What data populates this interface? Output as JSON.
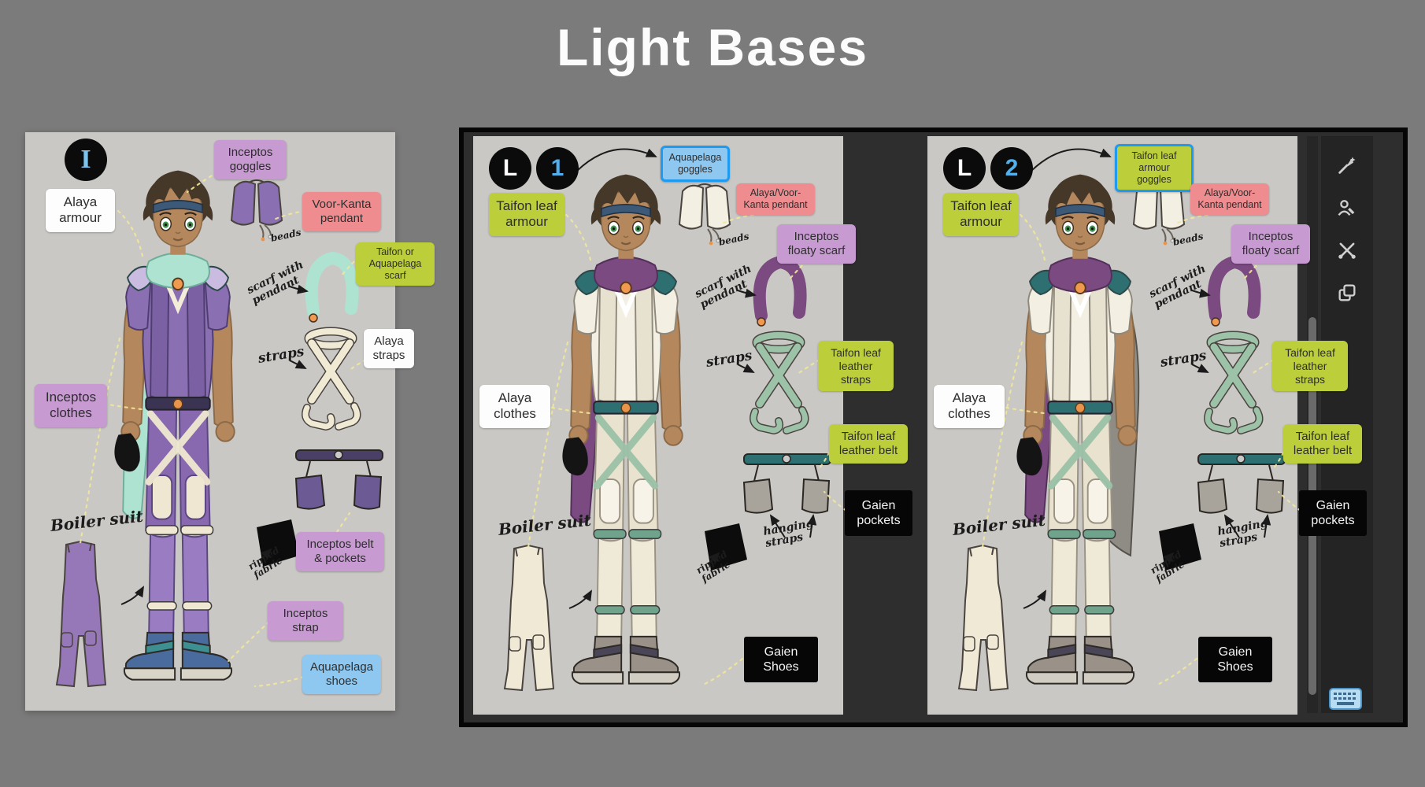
{
  "title": "Light Bases",
  "colors": {
    "page_background": "#7b7b7b",
    "canvas_background": "#cac8c5",
    "window_background": "#2e2e2e",
    "window_frame": "#060606",
    "label_purple": "#c79ad2",
    "label_pink": "#ef8c8f",
    "label_green": "#bccf3a",
    "label_blue": "#8ec7ef",
    "label_white": "#fdfdfd",
    "label_black": "#060606",
    "highlight_border_blue": "#1e9bf0",
    "badge_background": "#0b0b0b",
    "badge_number_color": "#51b0ec",
    "dotted_line_yellow": "#efe79a",
    "title_color": "#fcfcfc"
  },
  "toolbar": {
    "icons": [
      "brush-tool",
      "character-tool",
      "cut-tool",
      "layers-tool"
    ],
    "keyboard_icon": "keyboard-icon"
  },
  "panels": [
    {
      "id": "inceptos-base",
      "badges": [
        "I"
      ],
      "labels": {
        "goggles": "Inceptos goggles",
        "pendant": "Voor-Kanta pendant",
        "armour": "Alaya armour",
        "scarf": "Taifon or Aquapelaga scarf",
        "straps": "Alaya straps",
        "clothes": "Inceptos clothes",
        "belt": "Inceptos belt & pockets",
        "strap": "Inceptos strap",
        "shoes": "Aquapelaga shoes"
      },
      "annotations": {
        "boiler": "Boiler suit",
        "straps": "straps",
        "scarf": "scarf with pendant",
        "ripped": "ripped fabric",
        "beads": "beads"
      },
      "flags": {
        "top_arrow": false,
        "hanging_straps": false,
        "pockets_label": false,
        "left_variant": true
      },
      "palette": {
        "skin": "#b5875c",
        "hair": "#453828",
        "headband": "#3c5a78",
        "eyes": "#3f8f4f",
        "scarf": "#aee3d2",
        "scarfEdge": "#6fae9a",
        "pad": "#c9bce0",
        "shirt": "#8a70b2",
        "sleeve": "#8a70b2",
        "vest": "#7b61a4",
        "shirtEdge": "#4f3d70",
        "trim": "#f3ecd9",
        "belt": "#3a3452",
        "strap": "#f0e8d0",
        "pants": "#8868ae",
        "pantsLower": "#9a7cc2",
        "pantsEdge": "#5a4680",
        "knee": "#efe7d2",
        "band": "#efe7d2",
        "boot": "#4a6b9e",
        "bootAccent": "#3d8f92",
        "sole": "#d8d4c8",
        "dVest": "#8a70b2",
        "dScarf": "#aee3d2",
        "dStrap": "#f0ead4",
        "dBelt": "#4a3f66",
        "dPouch": "#6b5a94",
        "dBoiler": "#9678b8"
      }
    },
    {
      "id": "light-base-1",
      "badges": [
        "L",
        "1"
      ],
      "labels": {
        "goggles": "Aquapelaga goggles",
        "pendant": "Alaya/Voor-Kanta pendant",
        "armour": "Taifon leaf armour",
        "scarf": "Inceptos floaty scarf",
        "straps": "Taifon leaf leather straps",
        "clothes": "Alaya clothes",
        "belt": "Taifon leaf leather belt",
        "pockets": "Gaien pockets",
        "shoes": "Gaien Shoes"
      },
      "annotations": {
        "boiler": "Boiler suit",
        "straps": "straps",
        "scarf": "scarf with pendant",
        "ripped": "ripped fabric",
        "hanging": "hanging straps",
        "beads": "beads"
      },
      "flags": {
        "top_arrow": true,
        "hanging_straps": true,
        "pockets_label": true,
        "left_variant": false
      },
      "palette": {
        "skin": "#b5875c",
        "hair": "#453828",
        "headband": "#3c5a78",
        "eyes": "#3f8f4f",
        "scarf": "#7b4a80",
        "scarfEdge": "#53305a",
        "pad": "#2e6f72",
        "shirt": "#f3efe2",
        "sleeve": "#f3efe2",
        "vest": "#e7e1d0",
        "shirtEdge": "#8f897c",
        "trim": "#ffffff",
        "belt": "#2e6f72",
        "strap": "#9cc2a8",
        "pants": "#e9e2cf",
        "pantsLower": "#efe9d8",
        "pantsEdge": "#9a9384",
        "knee": "#f7f3e8",
        "band": "#6fa38c",
        "boot": "#9a9288",
        "bootAccent": "#4a4658",
        "sole": "#d2cdc2",
        "dVest": "#f3efe2",
        "dScarf": "#7b4a80",
        "dStrap": "#9cc2a8",
        "dBelt": "#2e6f72",
        "dPouch": "#a8a49c",
        "dBoiler": "#efe9d6"
      }
    },
    {
      "id": "light-base-2",
      "badges": [
        "L",
        "2"
      ],
      "labels": {
        "goggles": "Taifon leaf armour goggles",
        "pendant": "Alaya/Voor-Kanta pendant",
        "armour": "Taifon leaf armour",
        "scarf": "Inceptos floaty scarf",
        "straps": "Taifon leaf leather straps",
        "clothes": "Alaya clothes",
        "belt": "Taifon leaf leather belt",
        "pockets": "Gaien pockets",
        "shoes": "Gaien Shoes"
      },
      "annotations": {
        "boiler": "Boiler suit",
        "straps": "straps",
        "scarf": "scarf with pendant",
        "ripped": "ripped fabric",
        "hanging": "hanging straps",
        "beads": "beads"
      },
      "flags": {
        "top_arrow": true,
        "hanging_straps": true,
        "pockets_label": true,
        "left_variant": false
      },
      "palette": {
        "skin": "#b5875c",
        "hair": "#453828",
        "headband": "#3c5a78",
        "eyes": "#3f8f4f",
        "scarf": "#7b4a80",
        "scarfEdge": "#53305a",
        "pad": "#2e6f72",
        "shirt": "#f3efe2",
        "sleeve": "#f3efe2",
        "vest": "#e7e1d0",
        "shirtEdge": "#8f897c",
        "trim": "#ffffff",
        "belt": "#2e6f72",
        "strap": "#9cc2a8",
        "pants": "#e9e2cf",
        "pantsLower": "#efe9d8",
        "pantsEdge": "#9a9384",
        "knee": "#f7f3e8",
        "band": "#6fa38c",
        "boot": "#9a9288",
        "bootAccent": "#4a4658",
        "sole": "#d2cdc2",
        "cape": "#8f8c86",
        "dVest": "#f3efe2",
        "dScarf": "#7b4a80",
        "dStrap": "#9cc2a8",
        "dBelt": "#2e6f72",
        "dPouch": "#a8a49c",
        "dBoiler": "#efe9d6"
      }
    }
  ]
}
